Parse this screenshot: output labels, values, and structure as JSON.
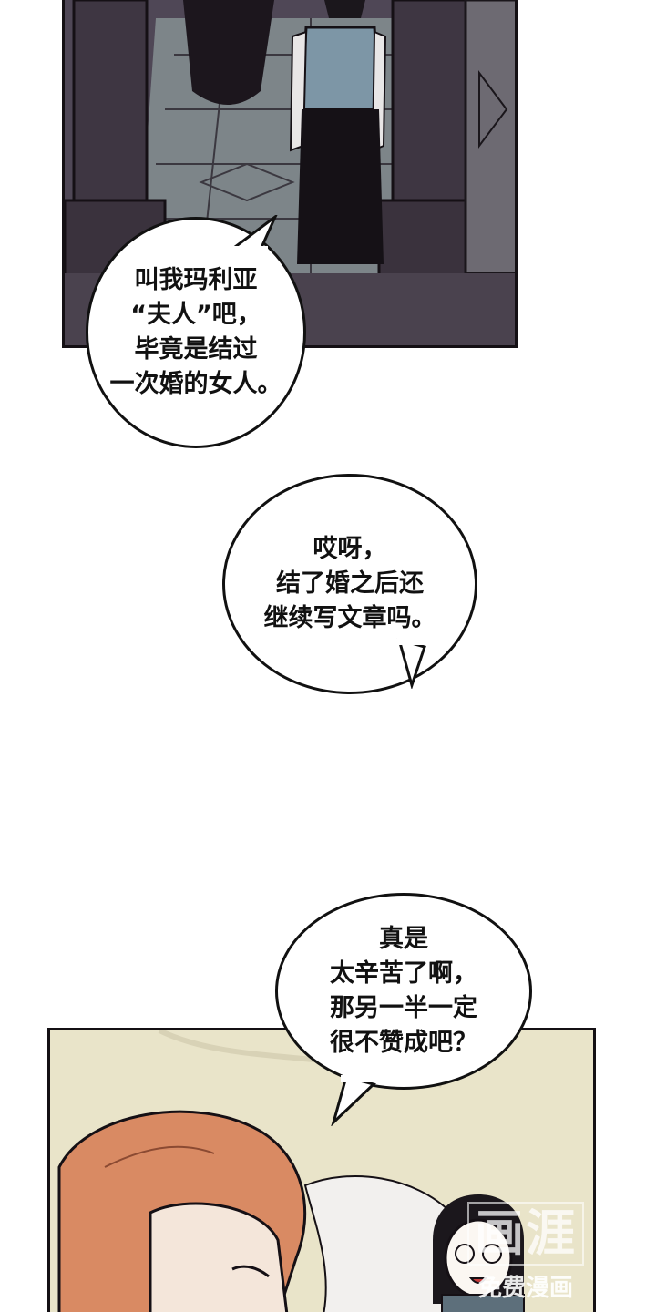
{
  "bubbles": [
    {
      "text": "叫我玛利亚\n“夫人”吧，\n毕竟是结过\n一次婚的女人。"
    },
    {
      "text": "哎呀，\n结了婚之后还\n继续写文章吗。"
    },
    {
      "text": "真是\n太辛苦了啊，\n那另一半一定\n很不赞成吧？"
    }
  ],
  "watermark": {
    "logo": "画涯",
    "subtitle": "免费漫画"
  },
  "colors": {
    "top_panel_bg": "#5a5060",
    "bottom_panel_bg": "#e9e4c9",
    "hair": "#d98a63",
    "ink": "#111111"
  }
}
